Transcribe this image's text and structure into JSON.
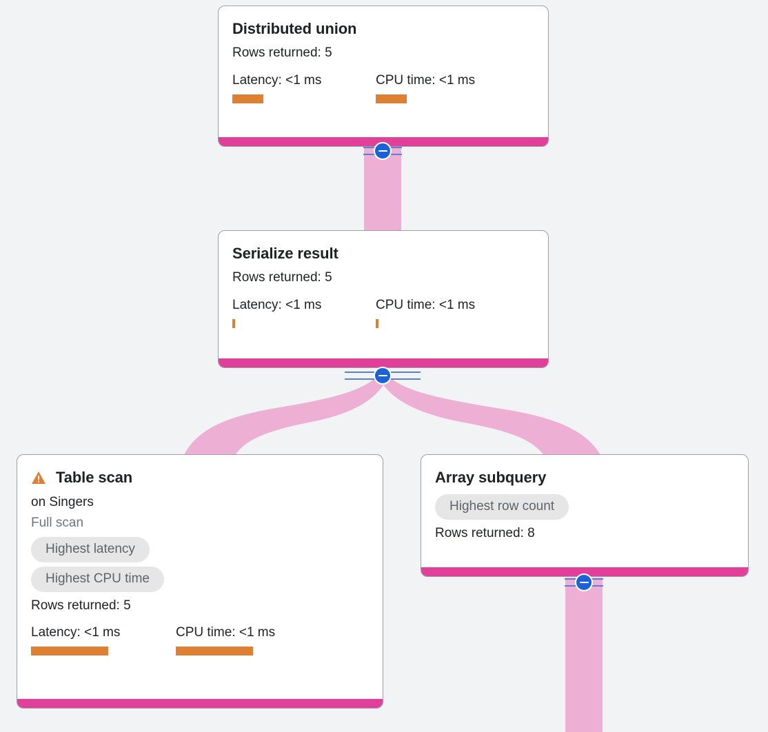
{
  "theme": {
    "page_background": "#f1f3f4",
    "card_background": "#ffffff",
    "card_border": "#9aa0a6",
    "accent_bar": "#e0409a",
    "edge_ribbon": "#edafd3",
    "metric_bar": "#dd8034",
    "chip_background": "#e6e6e6",
    "chip_text": "#5f6368",
    "toggle_fill": "#1a62d6",
    "toggle_rail": "#5b7fd4",
    "warning": "#dd8034",
    "text_primary": "#202124",
    "text_muted": "#70757a"
  },
  "icons": {
    "warning": "warning-triangle-icon",
    "collapse": "collapse-minus-icon"
  },
  "nodes": [
    {
      "id": "distributed-union",
      "title": "Distributed union",
      "rows_returned": "Rows returned: 5",
      "latency_label": "Latency: <1 ms",
      "cpu_label": "CPU time: <1 ms",
      "latency_bar_width": 45,
      "cpu_bar_width": 45,
      "has_warning": false,
      "chips": []
    },
    {
      "id": "serialize-result",
      "title": "Serialize result",
      "rows_returned": "Rows returned: 5",
      "latency_label": "Latency: <1 ms",
      "cpu_label": "CPU time: <1 ms",
      "latency_bar_width": 4,
      "cpu_bar_width": 4,
      "has_warning": false,
      "chips": []
    },
    {
      "id": "table-scan",
      "title": "Table scan",
      "subtitle": "on Singers",
      "scan_type": "Full scan",
      "rows_returned": "Rows returned: 5",
      "latency_label": "Latency: <1 ms",
      "cpu_label": "CPU time: <1 ms",
      "latency_bar_width": 112,
      "cpu_bar_width": 112,
      "has_warning": true,
      "chips": [
        "Highest latency",
        "Highest CPU time"
      ]
    },
    {
      "id": "array-subquery",
      "title": "Array subquery",
      "rows_returned": "Rows returned: 8",
      "has_warning": false,
      "chips": [
        "Highest row count"
      ]
    }
  ],
  "toggles": [
    {
      "id": "toggle-distributed-union",
      "label": "collapse"
    },
    {
      "id": "toggle-serialize-result",
      "label": "collapse"
    },
    {
      "id": "toggle-array-subquery",
      "label": "collapse"
    }
  ]
}
